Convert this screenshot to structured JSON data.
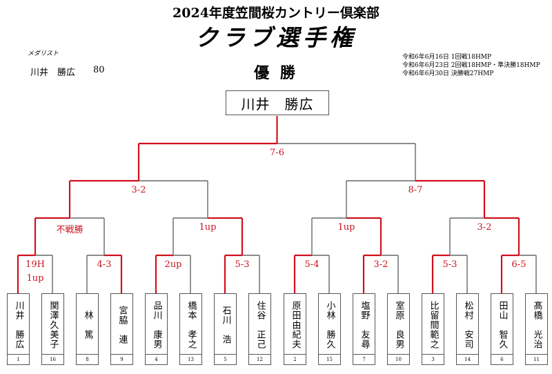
{
  "header": {
    "title": "2024年度笠間桜カントリー倶楽部",
    "subtitle": "クラブ選手権",
    "champion_label": "優 勝"
  },
  "medalist": {
    "label": "メダリスト",
    "name": "川井　勝広",
    "score": "80"
  },
  "schedule": [
    "令和6年6月16日 1回戦18HMP",
    "令和6年6月23日 2回戦18HMP・準決勝18HMP",
    "令和6年6月30日 決勝戦27HMP"
  ],
  "champion": "川井　勝広",
  "colors": {
    "winner_line": "#d0101c",
    "loser_line": "#666666",
    "score_text": "#c8141e"
  },
  "players": [
    {
      "name": "川井　勝広",
      "seed": "1"
    },
    {
      "name": "関澤久美子",
      "seed": "16"
    },
    {
      "name": "林　篤",
      "seed": "8"
    },
    {
      "name": "宮脇　連",
      "seed": "9"
    },
    {
      "name": "品川　康男",
      "seed": "4"
    },
    {
      "name": "橋本　孝之",
      "seed": "13"
    },
    {
      "name": "石川　浩",
      "seed": "5"
    },
    {
      "name": "住谷　正己",
      "seed": "12"
    },
    {
      "name": "原田由紀夫",
      "seed": "2"
    },
    {
      "name": "小林　勝久",
      "seed": "15"
    },
    {
      "name": "塩野　友尋",
      "seed": "7"
    },
    {
      "name": "室原　良男",
      "seed": "10"
    },
    {
      "name": "比留間範之",
      "seed": "3"
    },
    {
      "name": "松村　安司",
      "seed": "14"
    },
    {
      "name": "田山　智久",
      "seed": "6"
    },
    {
      "name": "髙橋　光治",
      "seed": "11"
    }
  ],
  "rounds": {
    "round1": [
      {
        "score": "19H",
        "score2": "1up",
        "winner": 0
      },
      {
        "score": "4-3",
        "winner": 1
      },
      {
        "score": "2up",
        "winner": 0
      },
      {
        "score": "5-3",
        "winner": 0
      },
      {
        "score": "5-4",
        "winner": 0
      },
      {
        "score": "3-2",
        "winner": 0
      },
      {
        "score": "5-3",
        "winner": 0
      },
      {
        "score": "6-5",
        "winner": 0
      }
    ],
    "round2": [
      {
        "score": "不戦勝",
        "winner": 0
      },
      {
        "score": "1up",
        "winner": 1
      },
      {
        "score": "1up",
        "winner": 1
      },
      {
        "score": "3-2",
        "winner": 1
      }
    ],
    "semifinal": [
      {
        "score": "3-2",
        "winner": 0
      },
      {
        "score": "8-7",
        "winner": 1
      }
    ],
    "final": [
      {
        "score": "7-6",
        "winner": 0
      }
    ]
  }
}
